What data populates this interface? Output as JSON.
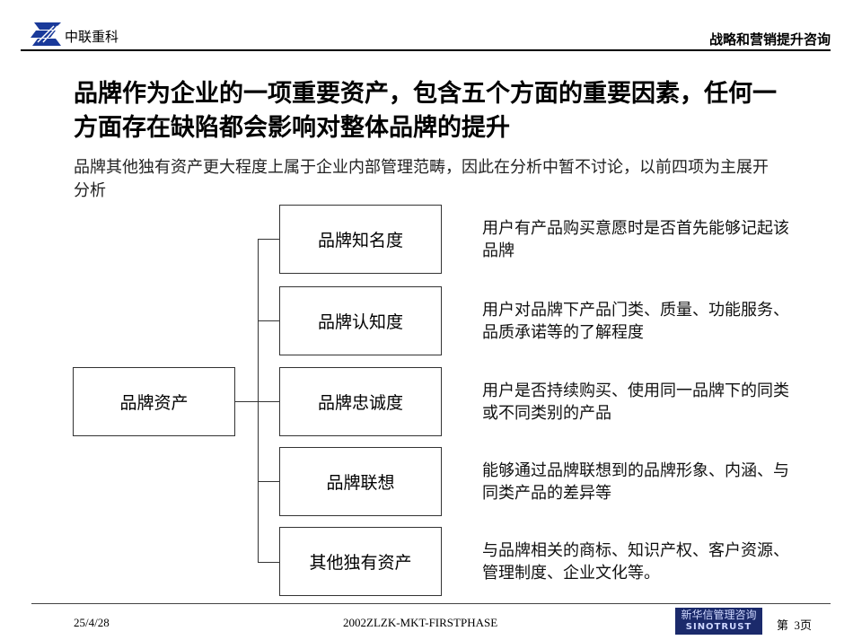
{
  "header": {
    "company": "中联重科",
    "section": "战略和营销提升咨询"
  },
  "title": "品牌作为企业的一项重要资产，包含五个方面的重要因素，任何一方面存在缺陷都会影响对整体品牌的提升",
  "subtitle": "品牌其他独有资产更大程度上属于企业内部管理范畴，因此在分析中暂不讨论，以前四项为主展开分析",
  "tree": {
    "root": "品牌资产",
    "branches": [
      {
        "label": "品牌知名度",
        "desc": "用户有产品购买意愿时是否首先能够记起该品牌"
      },
      {
        "label": "品牌认知度",
        "desc": "用户对品牌下产品门类、质量、功能服务、品质承诺等的了解程度"
      },
      {
        "label": "品牌忠诚度",
        "desc": "用户是否持续购买、使用同一品牌下的同类或不同类别的产品"
      },
      {
        "label": "品牌联想",
        "desc": "能够通过品牌联想到的品牌形象、内涵、与同类产品的差异等"
      },
      {
        "label": "其他独有资产",
        "desc": "与品牌相关的商标、知识产权、客户资源、管理制度、企业文化等。"
      }
    ]
  },
  "footer": {
    "date": "25/4/28",
    "code": "2002ZLZK-MKT-FIRSTPHASE",
    "badge_cn": "新华信管理咨询",
    "badge_en": "SINOTRUST",
    "page": "第  3页"
  }
}
